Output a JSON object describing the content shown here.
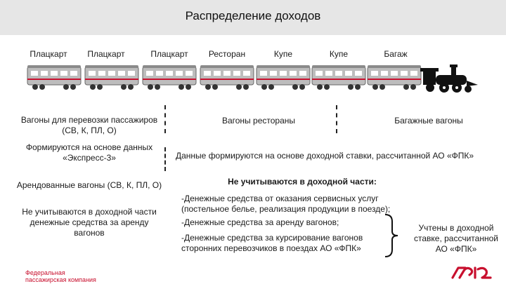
{
  "header": {
    "title": "Распределение доходов"
  },
  "train": {
    "car_labels": [
      "Плацкарт",
      "Плацкарт",
      "Плацкарт",
      "Ресторан",
      "Купе",
      "Купе",
      "Багаж"
    ],
    "locomotive_icon": "steam-locomotive-icon",
    "car_icon": "passenger-car-icon"
  },
  "left": {
    "group1": "Вагоны для перевозки пассажиров (СВ, К, ПЛ, О)",
    "group1_note": "Формируются на основе данных «Экспресс-3»",
    "group2": "Арендованные вагоны (СВ, К, ПЛ, О)",
    "group2_note": "Не учитываются в доходной части денежные средства за аренду вагонов"
  },
  "middle": {
    "restaurant": "Вагоны рестораны",
    "note": "Данные формируются на основе доходной ставки, рассчитанной АО «ФПК»",
    "exclusion_title": "Не учитываются в доходной части:",
    "items": [
      "-Денежные средства от оказания сервисных услуг (постельное белье, реализация продукции в поезде);",
      "-Денежные средства за аренду вагонов;",
      "-Денежные средства за курсирование вагонов сторонних перевозчиков в поездах АО «ФПК»"
    ]
  },
  "right": {
    "baggage": "Багажные вагоны",
    "accounted": "Учтены в доходной ставке, рассчитанной АО «ФПК»"
  },
  "footer": {
    "company_logo_line1": "Федеральная",
    "company_logo_line2": "пассажирская компания",
    "rzd_logo": "РЖД"
  },
  "colors": {
    "title_bar": "#e6e6e6",
    "logo_red": "#c8102e",
    "car_body": "#b7b7b7"
  }
}
